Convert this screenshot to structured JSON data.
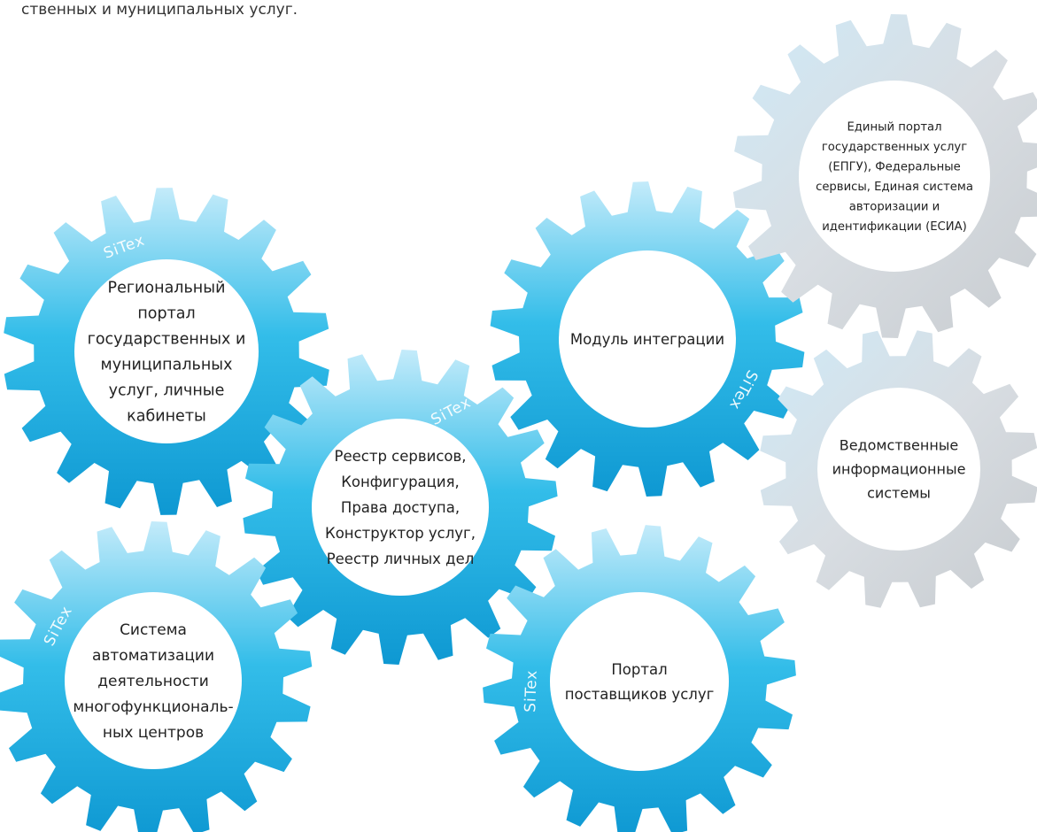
{
  "intro_text": "ственных и муниципальных услуг.",
  "brand_mark": "SiTex",
  "colors": {
    "blue_dark": "#14a2d8",
    "blue_light": "#bce8f8",
    "gray_dark": "#c9cdd1",
    "gray_light": "#d7edf8",
    "label": "#222222",
    "background": "#ffffff"
  },
  "gears": [
    {
      "id": "regional-portal",
      "style": "blue",
      "brand": true,
      "lines": [
        "Региональный",
        "портал",
        "государственных и",
        "муниципальных",
        "услуг, личные",
        "кабинеты"
      ]
    },
    {
      "id": "registry",
      "style": "blue",
      "brand": true,
      "lines": [
        "Реестр сервисов,",
        "Конфигурация,",
        "Права доступа,",
        "Конструктор услуг,",
        "Реестр личных дел"
      ]
    },
    {
      "id": "integration-module",
      "style": "blue",
      "brand": true,
      "lines": [
        "Модуль интеграции"
      ]
    },
    {
      "id": "epgu",
      "style": "gray",
      "brand": false,
      "lines": [
        "Единый портал",
        "государственных услуг",
        "(ЕПГУ), Федеральные",
        "сервисы, Единая система",
        "авторизации и",
        "идентификации (ЕСИА)"
      ]
    },
    {
      "id": "departmental-systems",
      "style": "gray",
      "brand": false,
      "lines": [
        "Ведомственные",
        "информационные",
        "системы"
      ]
    },
    {
      "id": "mfc-automation",
      "style": "blue",
      "brand": true,
      "lines": [
        "Система",
        "автоматизации",
        "деятельности",
        "многофункциональ-",
        "ных центров"
      ]
    },
    {
      "id": "supplier-portal",
      "style": "blue",
      "brand": true,
      "lines": [
        "Портал",
        "поставщиков услуг"
      ]
    }
  ]
}
